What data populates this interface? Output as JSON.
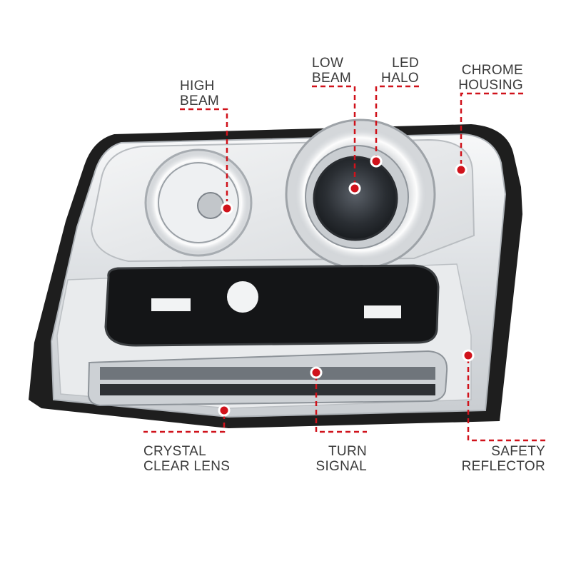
{
  "callouts": {
    "high_beam": "HIGH\nBEAM",
    "low_beam": "LOW\nBEAM",
    "led_halo": "LED\nHALO",
    "chrome_housing": "CHROME\nHOUSING",
    "crystal_clear_lens": "CRYSTAL\nCLEAR LENS",
    "turn_signal": "TURN\nSIGNAL",
    "safety_reflector": "SAFETY\nREFLECTOR"
  },
  "colors": {
    "accent": "#d0121b",
    "chrome": "#e6e8ea",
    "housing_black": "#1c1c1c",
    "label_text": "#3a3a3a"
  }
}
